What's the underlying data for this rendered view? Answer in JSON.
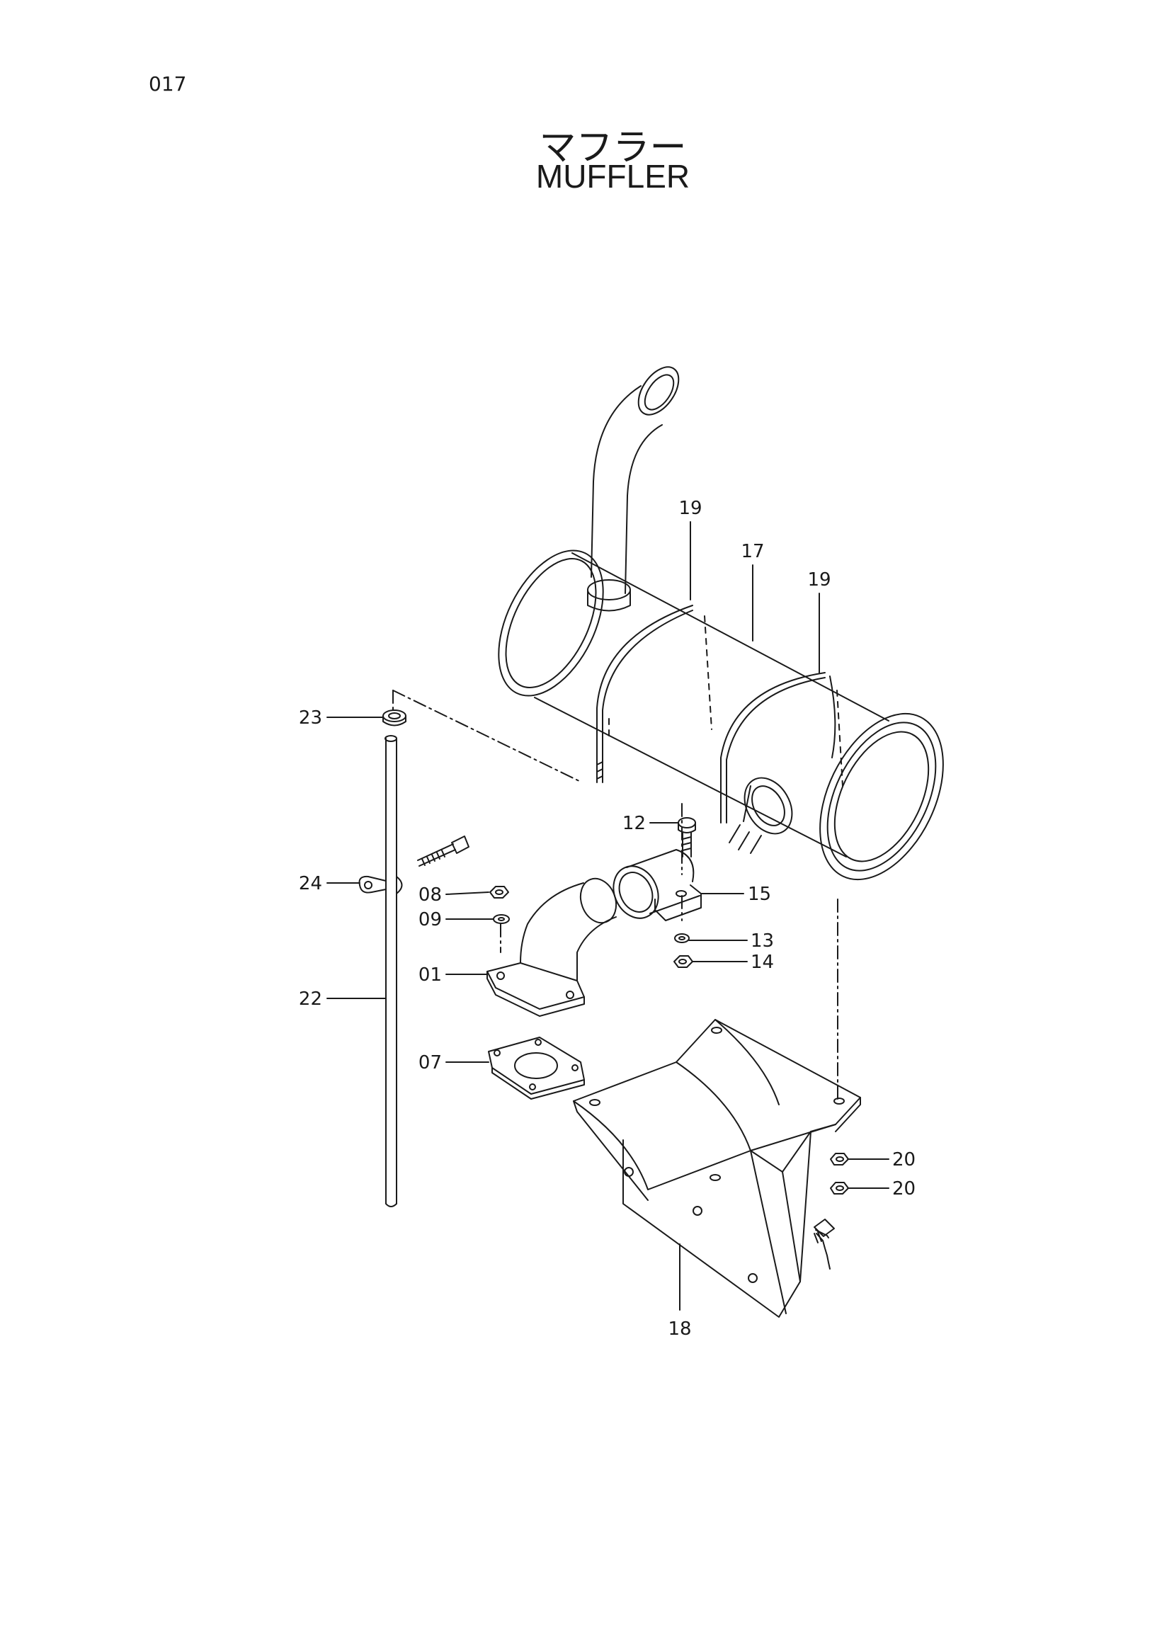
{
  "page": {
    "number": "017",
    "title_jp": "マフラー",
    "title_en": "MUFFLER"
  },
  "callouts": [
    {
      "id": "c01",
      "label": "01",
      "part": "exhaust elbow"
    },
    {
      "id": "c07",
      "label": "07",
      "part": "gasket"
    },
    {
      "id": "c08",
      "label": "08",
      "part": "nut"
    },
    {
      "id": "c09",
      "label": "09",
      "part": "lock washer"
    },
    {
      "id": "c12",
      "label": "12",
      "part": "bolt"
    },
    {
      "id": "c13",
      "label": "13",
      "part": "lock washer"
    },
    {
      "id": "c14",
      "label": "14",
      "part": "nut"
    },
    {
      "id": "c15",
      "label": "15",
      "part": "clamp"
    },
    {
      "id": "c17",
      "label": "17",
      "part": "muffler"
    },
    {
      "id": "c18",
      "label": "18",
      "part": "bracket"
    },
    {
      "id": "c19a",
      "label": "19",
      "part": "U-band"
    },
    {
      "id": "c19b",
      "label": "19",
      "part": "U-band"
    },
    {
      "id": "c20a",
      "label": "20",
      "part": "nut"
    },
    {
      "id": "c20b",
      "label": "20",
      "part": "nut"
    },
    {
      "id": "c22",
      "label": "22",
      "part": "pipe"
    },
    {
      "id": "c23",
      "label": "23",
      "part": "cap"
    },
    {
      "id": "c24",
      "label": "24",
      "part": "clamp"
    }
  ]
}
